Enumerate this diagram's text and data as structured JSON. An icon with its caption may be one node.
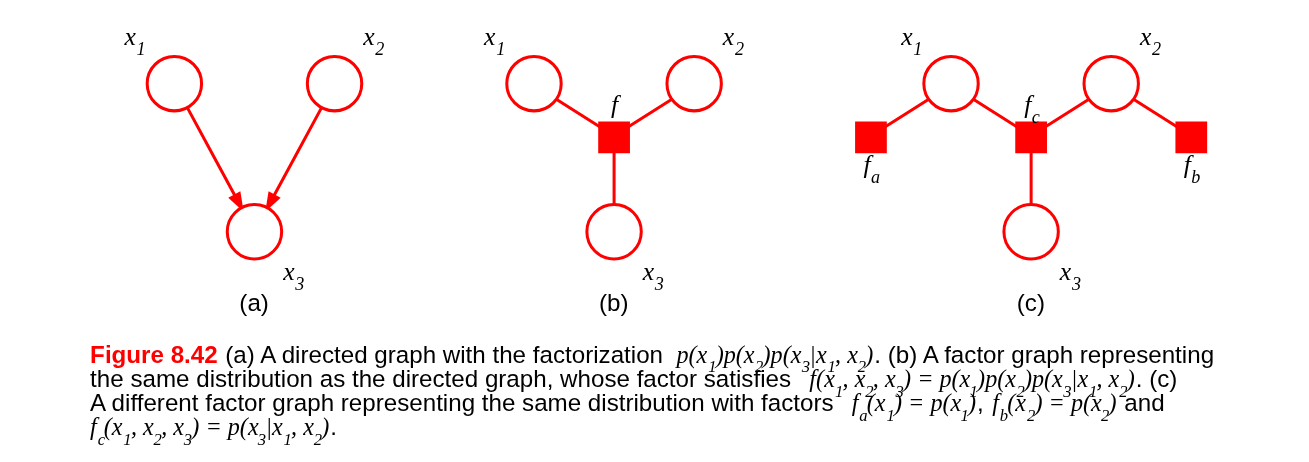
{
  "diagram": {
    "caption": "**Figure 8.42** (a) A directed graph with the factorization *p(x$_{1}$)p(x$_{2}$)p(x$_{3}$|x$_{1}$, x$_{2}$)*. (b) A factor graph representing the same distribution as the directed graph, whose factor satisfies *f(x$_{1}$, x$_{2}$, x$_{3}$) = p(x$_{1}$)p(x$_{2}$)p(x$_{3}$|x$_{1}$, x$_{2}$)*. (c) A different factor graph representing the same distribution with factors *f$_{a}$(x$_{1}$) = p(x$_{1}$)*, *f$_{b}$(x$_{2}$) = p(x$_{2}$)* and *f$_{c}$(x$_{1}$, x$_{2}$, x$_{3}$) = p(x$_{3}$|x$_{1}$, x$_{2}$)*.",
    "nodes": [
      {
        "text": [],
        "shape": "circle",
        "beside": [
          "x$_{1}$"
        ]
      },
      {
        "text": [],
        "shape": "circle",
        "beside": [
          "x$_{2}$"
        ]
      },
      {
        "text": [],
        "shape": "circle",
        "beside": [
          "x$_{3}$"
        ]
      },
      {
        "text": [],
        "shape": "circle",
        "beside": [
          "x$_{1}$"
        ]
      },
      {
        "text": [],
        "shape": "circle",
        "beside": [
          "x$_{2}$"
        ]
      },
      {
        "text": [],
        "shape": "box",
        "beside": [
          "f"
        ]
      },
      {
        "text": [],
        "shape": "circle",
        "beside": [
          "x$_{3}$"
        ]
      },
      {
        "text": [],
        "shape": "circle",
        "beside": [
          "x$_{1}$"
        ]
      },
      {
        "text": [],
        "shape": "circle",
        "beside": [
          "x$_{2}$"
        ]
      },
      {
        "text": [],
        "shape": "box",
        "beside": [
          "f$_{a}$"
        ]
      },
      {
        "text": [],
        "shape": "box",
        "beside": [
          "f$_{c}$"
        ]
      },
      {
        "text": [],
        "shape": "box",
        "beside": [
          "f$_{b}$"
        ]
      },
      {
        "text": [],
        "shape": "circle",
        "beside": [
          "x$_{3}$"
        ]
      }
    ],
    "edges": [
      {
        "from": 0,
        "to": 2,
        "arrow": "to"
      },
      {
        "from": 1,
        "to": 2,
        "arrow": "to"
      },
      {
        "from": 3,
        "to": 5,
        "arrow": "none"
      },
      {
        "from": 4,
        "to": 5,
        "arrow": "none"
      },
      {
        "from": 5,
        "to": 6,
        "arrow": "none"
      },
      {
        "from": 7,
        "to": 9,
        "arrow": "none"
      },
      {
        "from": 7,
        "to": 10,
        "arrow": "none"
      },
      {
        "from": 8,
        "to": 10,
        "arrow": "none"
      },
      {
        "from": 8,
        "to": 11,
        "arrow": "none"
      },
      {
        "from": 10,
        "to": 12,
        "arrow": "none"
      }
    ],
    "labels": [
      "(a)",
      "(b)",
      "(c)"
    ]
  }
}
